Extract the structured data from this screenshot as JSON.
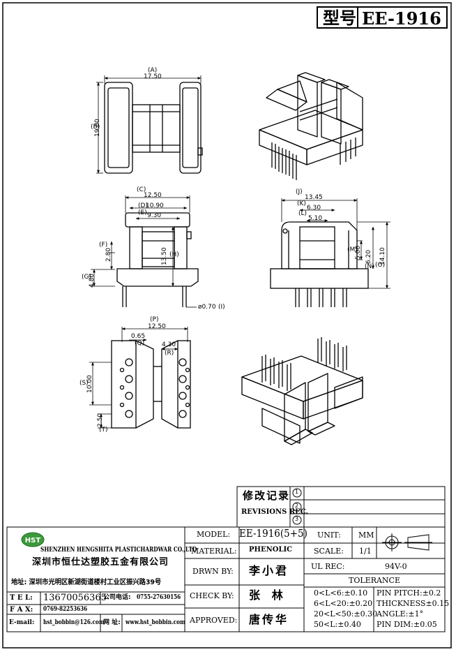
{
  "header": {
    "model_label": "型号",
    "model_value": "EE-1916"
  },
  "dims": {
    "A": {
      "letter": "A",
      "value": "17.50"
    },
    "B": {
      "letter": "B",
      "value": "19.00"
    },
    "C": {
      "letter": "C",
      "value": "12.50"
    },
    "D": {
      "letter": "D",
      "value": "10.90"
    },
    "E": {
      "letter": "E",
      "value": "9.30"
    },
    "F": {
      "letter": "F",
      "value": "2.80"
    },
    "G": {
      "letter": "G",
      "value": "4.80"
    },
    "H": {
      "letter": "H",
      "value": "13.50"
    },
    "I": {
      "letter": "I",
      "value": "ø0.70"
    },
    "J": {
      "letter": "J",
      "value": "13.45"
    },
    "K": {
      "letter": "K",
      "value": "6.30"
    },
    "L": {
      "letter": "L",
      "value": "5.10"
    },
    "M": {
      "letter": "M",
      "value": "5.00"
    },
    "N": {
      "letter": "N",
      "value": "6.20"
    },
    "O": {
      "letter": "O",
      "value": "14.10"
    },
    "P": {
      "letter": "P",
      "value": "12.50"
    },
    "Q": {
      "letter": "Q",
      "value": "0.65"
    },
    "R": {
      "letter": "R",
      "value": "4.30"
    },
    "S": {
      "letter": "S",
      "value": "10.00"
    },
    "T": {
      "letter": "T",
      "value": "2.50"
    }
  },
  "revisions": {
    "title": "修改记录",
    "subtitle": "REVISIONS REC.",
    "marks": [
      "1",
      "2",
      "3"
    ]
  },
  "company": {
    "logo_text": "HST",
    "name_en": "SHENZHEN HENGSHITA PLASTICHARDWAR CO.,LTD",
    "name_cn": "深圳市恒仕达塑胶五金有限公司",
    "address": "地址: 深圳市光明区新湖街道楼村工业区振兴路39号",
    "tel_label": "T E L:",
    "tel_value": "13670056365",
    "company_tel_label": "公司电话:",
    "company_tel_value": "0755-27630156",
    "fax_label": "F A X:",
    "fax_value": "0769-82253636",
    "email_label": "E-mail:",
    "email_value": "hst_bobbin@126.com",
    "web_label": "网 址:",
    "web_value": "www.hst_bobbin.com"
  },
  "title_block": {
    "model_label": "MODEL:",
    "model_value": "EE-1916(5+5)",
    "material_label": "MATERIAL:",
    "material_value": "PHENOLIC",
    "drawn_label": "DRWN BY:",
    "drawn_value": "李小君",
    "check_label": "CHECK BY:",
    "check_value": "张   林",
    "approved_label": "APPROVED:",
    "approved_value": "唐传华",
    "unit_label": "UNIT:",
    "unit_value": "MM",
    "scale_label": "SCALE:",
    "scale_value": "1/1",
    "ul_label": "UL REC:",
    "ul_value": "94V-0",
    "tolerance_label": "TOLERANCE",
    "tol_left": [
      "0<L<6:±0.10",
      "6<L<20:±0.20",
      "20<L<50:±0.30",
      "50<L:±0.40"
    ],
    "tol_right": [
      "PIN PITCH:±0.2",
      "THICKNESS±0.15",
      "ANGLE:±1°",
      "PIN DIM:±0.05"
    ]
  }
}
